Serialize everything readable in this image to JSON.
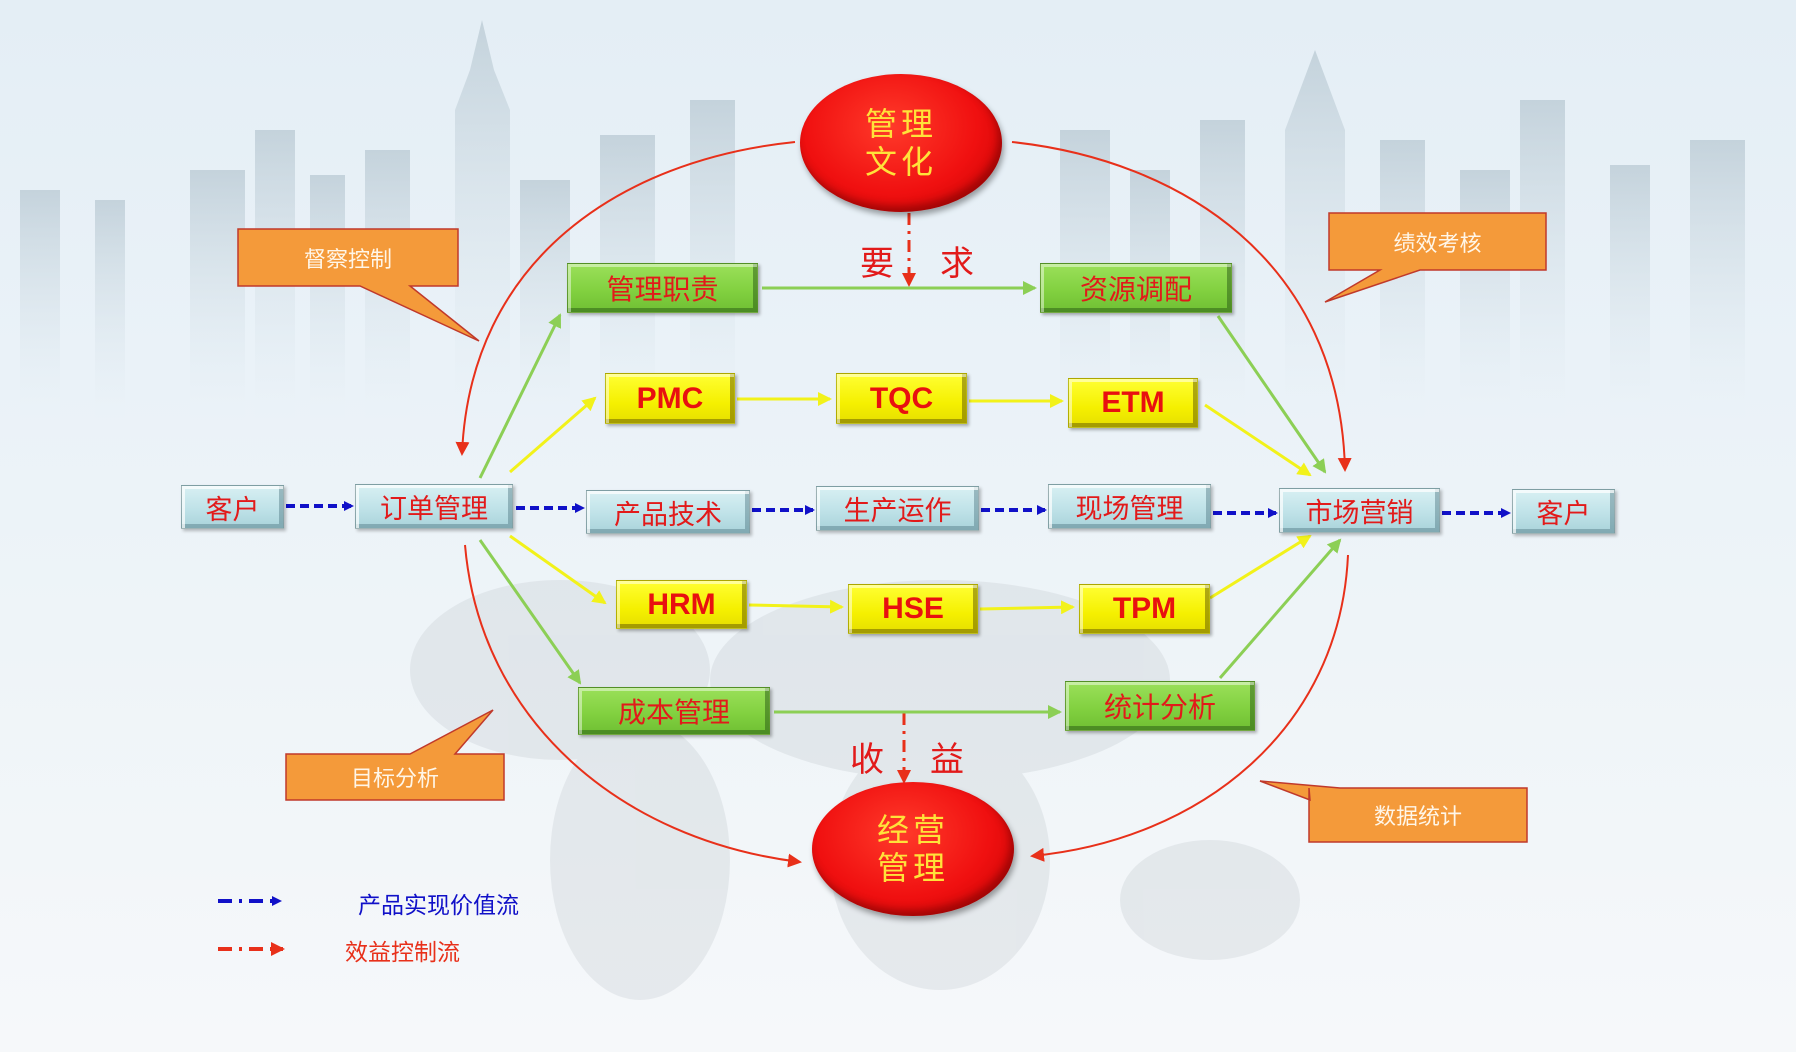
{
  "colors": {
    "value_flow": "#1010c8",
    "control_flow": "#e8301a",
    "green_link": "#8ccf55",
    "yellow_link": "#f2f21a",
    "node_text": "#e21a1a",
    "ellipse_text": "#ffe23a",
    "callout_fill": "#f49a3a"
  },
  "top_ellipse": {
    "line1": "管理",
    "line2": "文化"
  },
  "bottom_ellipse": {
    "line1": "经营",
    "line2": "管理"
  },
  "top_link_label": {
    "left": "要",
    "right": "求"
  },
  "bottom_link_label": {
    "left": "收",
    "right": "益"
  },
  "main_flow": {
    "customer_in": "客户",
    "order": "订单管理",
    "product_tech": "产品技术",
    "production": "生产运作",
    "site": "现场管理",
    "marketing": "市场营销",
    "customer_out": "客户"
  },
  "green_nodes": {
    "duty": "管理职责",
    "resource": "资源调配",
    "cost": "成本管理",
    "stats": "统计分析"
  },
  "yellow_nodes": {
    "pmc": "PMC",
    "tqc": "TQC",
    "etm": "ETM",
    "hrm": "HRM",
    "hse": "HSE",
    "tpm": "TPM"
  },
  "callouts": {
    "supervise": "督察控制",
    "performance": "绩效考核",
    "target": "目标分析",
    "data": "数据统计"
  },
  "legend": {
    "value_flow_label": "产品实现价值流",
    "control_flow_label": "效益控制流"
  }
}
